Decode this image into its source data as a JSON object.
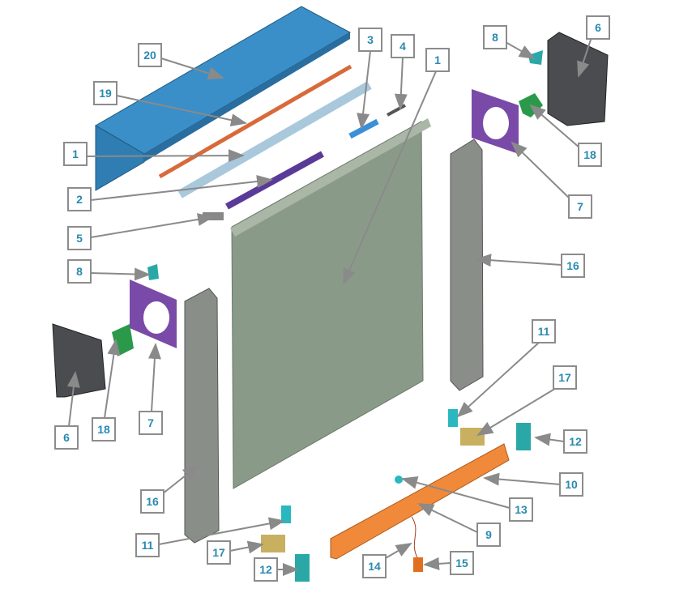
{
  "title": "Roller blind exploded parts diagram",
  "colors": {
    "label_text": "#2a8ab0",
    "cassette": "#3a8fc8",
    "fabric": "#8a9a88",
    "bottom_bar": "#f08a3a",
    "bracket": "#7a4aa8",
    "end_cap": "#4a4c50",
    "guide": "#8a8e88",
    "clip": "#2aa8a8",
    "rod": "#d86a3a"
  },
  "labels": [
    {
      "id": "20",
      "text": "20"
    },
    {
      "id": "19",
      "text": "19"
    },
    {
      "id": "1a",
      "text": "1"
    },
    {
      "id": "2",
      "text": "2"
    },
    {
      "id": "5",
      "text": "5"
    },
    {
      "id": "8a",
      "text": "8"
    },
    {
      "id": "6a",
      "text": "6"
    },
    {
      "id": "18a",
      "text": "18"
    },
    {
      "id": "7a",
      "text": "7"
    },
    {
      "id": "16a",
      "text": "16"
    },
    {
      "id": "11a",
      "text": "11"
    },
    {
      "id": "17a",
      "text": "17"
    },
    {
      "id": "12a",
      "text": "12"
    },
    {
      "id": "3",
      "text": "3"
    },
    {
      "id": "4",
      "text": "4"
    },
    {
      "id": "1b",
      "text": "1"
    },
    {
      "id": "8b",
      "text": "8"
    },
    {
      "id": "6b",
      "text": "6"
    },
    {
      "id": "18b",
      "text": "18"
    },
    {
      "id": "7b",
      "text": "7"
    },
    {
      "id": "16b",
      "text": "16"
    },
    {
      "id": "11b",
      "text": "11"
    },
    {
      "id": "17b",
      "text": "17"
    },
    {
      "id": "12b",
      "text": "12"
    },
    {
      "id": "10",
      "text": "10"
    },
    {
      "id": "13",
      "text": "13"
    },
    {
      "id": "9",
      "text": "9"
    },
    {
      "id": "14",
      "text": "14"
    },
    {
      "id": "15",
      "text": "15"
    }
  ]
}
